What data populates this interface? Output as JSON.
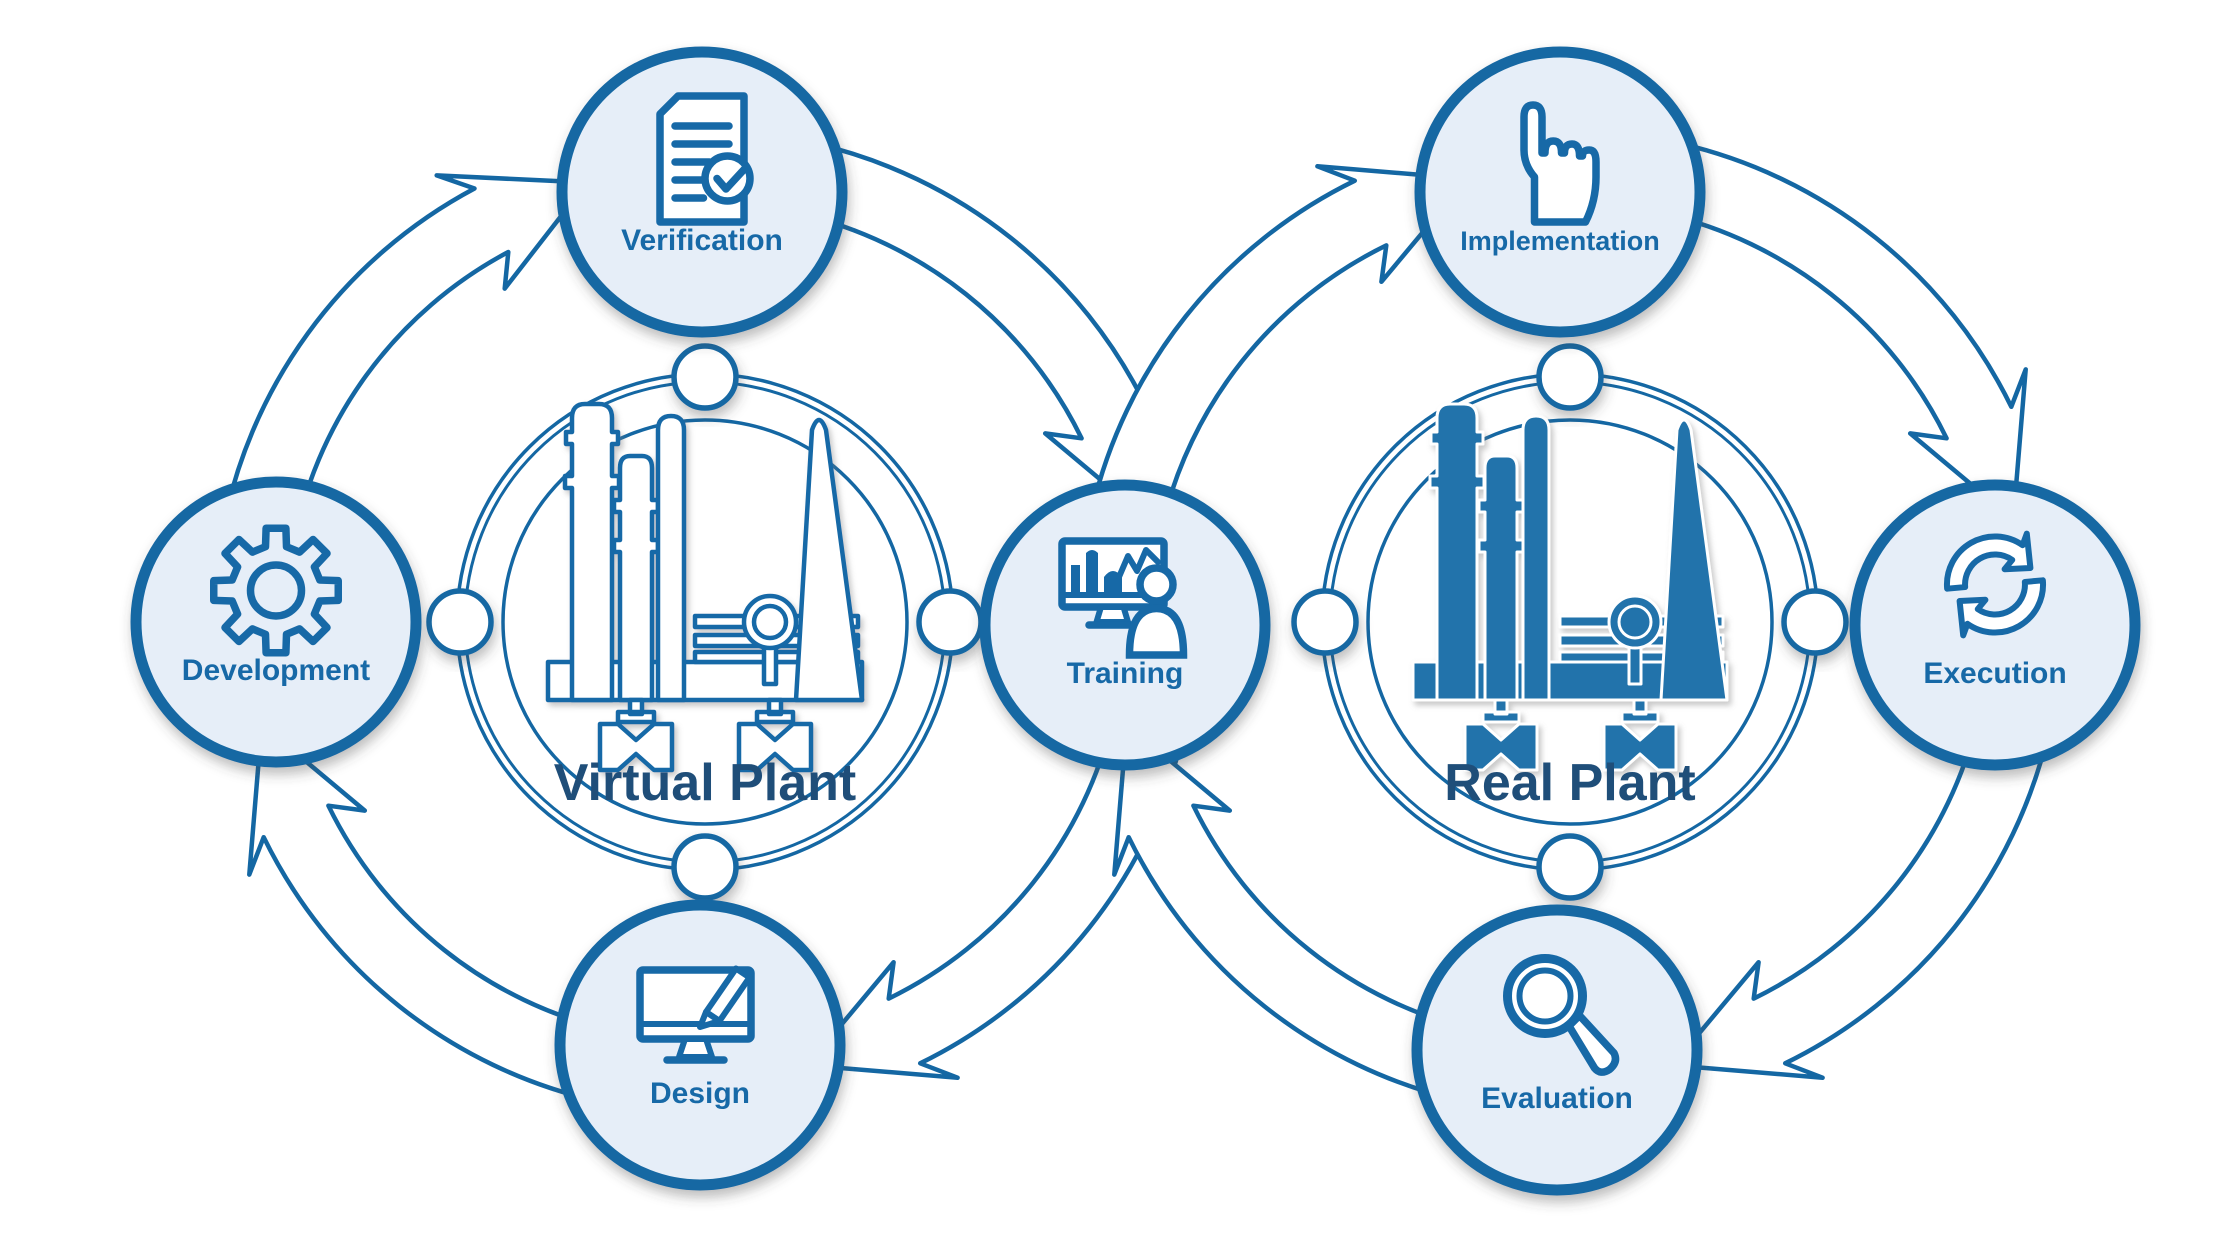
{
  "diagram": {
    "left_loop_title": "Virtual Plant",
    "right_loop_title": "Real Plant",
    "nodes": [
      {
        "id": "development",
        "label": "Development",
        "icon": "gear-icon",
        "loop": "virtual",
        "position": "west"
      },
      {
        "id": "verification",
        "label": "Verification",
        "icon": "document-check-icon",
        "loop": "virtual",
        "position": "north"
      },
      {
        "id": "design",
        "label": "Design",
        "icon": "monitor-pencil-icon",
        "loop": "virtual",
        "position": "south"
      },
      {
        "id": "training",
        "label": "Training",
        "icon": "monitor-person-icon",
        "loop": "shared",
        "position": "center"
      },
      {
        "id": "implementation",
        "label": "Implementation",
        "icon": "hand-point-icon",
        "loop": "real",
        "position": "north"
      },
      {
        "id": "execution",
        "label": "Execution",
        "icon": "cycle-arrows-icon",
        "loop": "real",
        "position": "east"
      },
      {
        "id": "evaluation",
        "label": "Evaluation",
        "icon": "magnifier-icon",
        "loop": "real",
        "position": "south"
      }
    ],
    "flows": [
      {
        "from": "development",
        "to": "verification"
      },
      {
        "from": "verification",
        "to": "training"
      },
      {
        "from": "training",
        "to": "design"
      },
      {
        "from": "design",
        "to": "development"
      },
      {
        "from": "training",
        "to": "implementation"
      },
      {
        "from": "implementation",
        "to": "execution"
      },
      {
        "from": "execution",
        "to": "evaluation"
      },
      {
        "from": "evaluation",
        "to": "training"
      }
    ],
    "colors": {
      "stroke": "#1467a3",
      "node_fill": "#e6eef8",
      "label": "#1769a7",
      "title": "#1f4e79",
      "factory_solid": "#2273ab",
      "background": "#ffffff"
    }
  }
}
